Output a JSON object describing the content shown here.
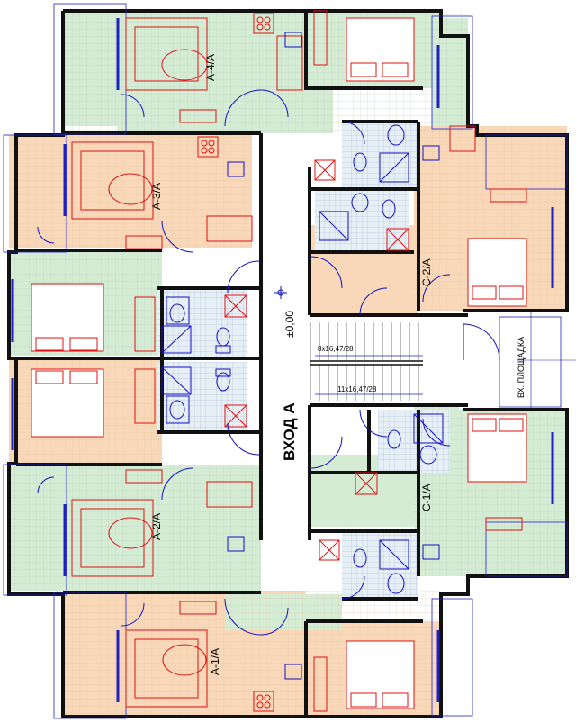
{
  "plan": {
    "entrance_label": "ВХОД А",
    "level_mark": "±0,00",
    "stair_note_upper": "8x16,47/28",
    "stair_note_lower": "11x16,47/28",
    "platform_label": "ВХ. ПЛОЩАДКА",
    "apartments": [
      {
        "id": "a4",
        "label": "A-4/A"
      },
      {
        "id": "a3",
        "label": "A-3/A"
      },
      {
        "id": "a2",
        "label": "A-2/A"
      },
      {
        "id": "a1",
        "label": "A-1/A"
      },
      {
        "id": "c2",
        "label": "C-2/A"
      },
      {
        "id": "c1",
        "label": "C-1/A"
      }
    ]
  },
  "colors": {
    "green_room": "#d4ecd4",
    "peach_room": "#f8d8b8",
    "wall": "#111111",
    "furniture": "#e01010",
    "door": "#1010c0",
    "window": "#2020c0",
    "dimension": "#2020c0",
    "corridor": "#ffffff",
    "tile": "#d9e4f0"
  }
}
